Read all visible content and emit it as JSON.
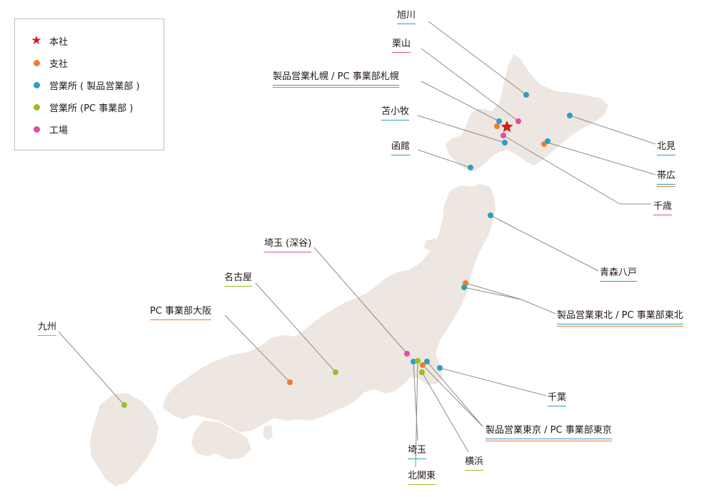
{
  "colors": {
    "land": "#ede6e1",
    "leader": "#8c8c8c",
    "headquarters": "#d71920",
    "branch": "#ee7d2c",
    "sales_office": "#2aa0c0",
    "pc_sales_office": "#95c11f",
    "factory": "#e24ea0"
  },
  "legend": [
    {
      "type": "headquarters",
      "label": "本社",
      "icon": "star-icon"
    },
    {
      "type": "branch",
      "label": "支社",
      "icon": "dot-icon"
    },
    {
      "type": "sales_office",
      "label": "営業所 ( 製品営業部 )",
      "icon": "dot-icon"
    },
    {
      "type": "pc_sales_office",
      "label": "営業所 (PC 事業部 )",
      "icon": "dot-icon"
    },
    {
      "type": "factory",
      "label": "工場",
      "icon": "dot-icon"
    }
  ],
  "labels": [
    {
      "id": "asahikawa",
      "text": "旭川",
      "types": [
        "sales_office"
      ]
    },
    {
      "id": "kuriyama",
      "text": "栗山",
      "types": [
        "factory"
      ]
    },
    {
      "id": "sapporo",
      "text": "製品営業札幌 / PC 事業部札幌",
      "types": [
        "branch",
        "sales_office"
      ]
    },
    {
      "id": "tomakomai",
      "text": "苫小牧",
      "types": [
        "sales_office"
      ]
    },
    {
      "id": "hakodate",
      "text": "函館",
      "types": [
        "sales_office"
      ]
    },
    {
      "id": "kitami",
      "text": "北見",
      "types": [
        "sales_office"
      ]
    },
    {
      "id": "obihiro",
      "text": "帯広",
      "types": [
        "branch",
        "sales_office"
      ]
    },
    {
      "id": "chitose",
      "text": "千歳",
      "types": [
        "factory"
      ]
    },
    {
      "id": "aomori",
      "text": "青森八戸",
      "types": [
        "sales_office"
      ]
    },
    {
      "id": "tohoku",
      "text": "製品営業東北 / PC 事業部東北",
      "types": [
        "branch",
        "sales_office"
      ]
    },
    {
      "id": "fukaya",
      "text": "埼玉 (深谷)",
      "types": [
        "factory"
      ]
    },
    {
      "id": "nagoya",
      "text": "名古屋",
      "types": [
        "pc_sales_office"
      ]
    },
    {
      "id": "osaka",
      "text": "PC 事業部大阪",
      "types": [
        "branch"
      ]
    },
    {
      "id": "kyushu",
      "text": "九州",
      "types": [
        "pc_sales_office"
      ]
    },
    {
      "id": "chiba",
      "text": "千葉",
      "types": [
        "sales_office"
      ]
    },
    {
      "id": "tokyo",
      "text": "製品営業東京 / PC 事業部東京",
      "types": [
        "branch",
        "sales_office"
      ]
    },
    {
      "id": "saitama",
      "text": "埼玉",
      "types": [
        "sales_office"
      ]
    },
    {
      "id": "yokohama",
      "text": "横浜",
      "types": [
        "pc_sales_office"
      ]
    },
    {
      "id": "kitakanto",
      "text": "北関東",
      "types": [
        "pc_sales_office"
      ]
    }
  ]
}
